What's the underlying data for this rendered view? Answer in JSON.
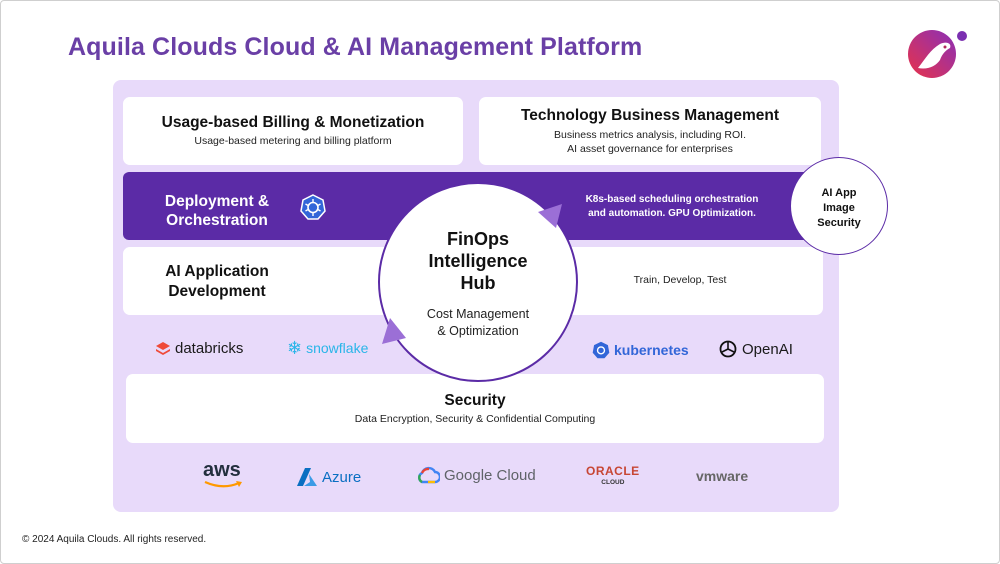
{
  "title": "Aquila Clouds Cloud & AI Management Platform",
  "billing": {
    "title": "Usage-based Billing & Monetization",
    "sub": "Usage-based metering and billing platform"
  },
  "tbm": {
    "title": "Technology Business Management",
    "sub_line1": "Business metrics analysis, including ROI.",
    "sub_line2": "AI asset governance for enterprises"
  },
  "deployment": {
    "title_line1": "Deployment &",
    "title_line2": "Orchestration",
    "desc_line1": "K8s-based scheduling orchestration",
    "desc_line2": "and automation. GPU Optimization."
  },
  "aidev": {
    "title_line1": "AI Application",
    "title_line2": "Development",
    "sub": "Train, Develop, Test"
  },
  "hub": {
    "title_line1": "FinOps",
    "title_line2": "Intelligence",
    "title_line3": "Hub",
    "sub_line1": "Cost Management",
    "sub_line2": "& Optimization"
  },
  "ai_security": {
    "line1": "AI App",
    "line2": "Image",
    "line3": "Security"
  },
  "partners_row1": {
    "databricks": "databricks",
    "snowflake": "snowflake",
    "kubernetes": "kubernetes",
    "openai": "OpenAI"
  },
  "security": {
    "title": "Security",
    "sub": "Data Encryption, Security & Confidential Computing"
  },
  "clouds": {
    "aws": "aws",
    "azure": "Azure",
    "google": "Google Cloud",
    "oracle": "ORACLE",
    "oracle_sub": "CLOUD",
    "vmware": "vmware"
  },
  "footer": "© 2024 Aquila Clouds. All rights reserved.",
  "colors": {
    "accent": "#5b2ba6",
    "title": "#6a3fa6",
    "panel": "#e8dafa"
  }
}
